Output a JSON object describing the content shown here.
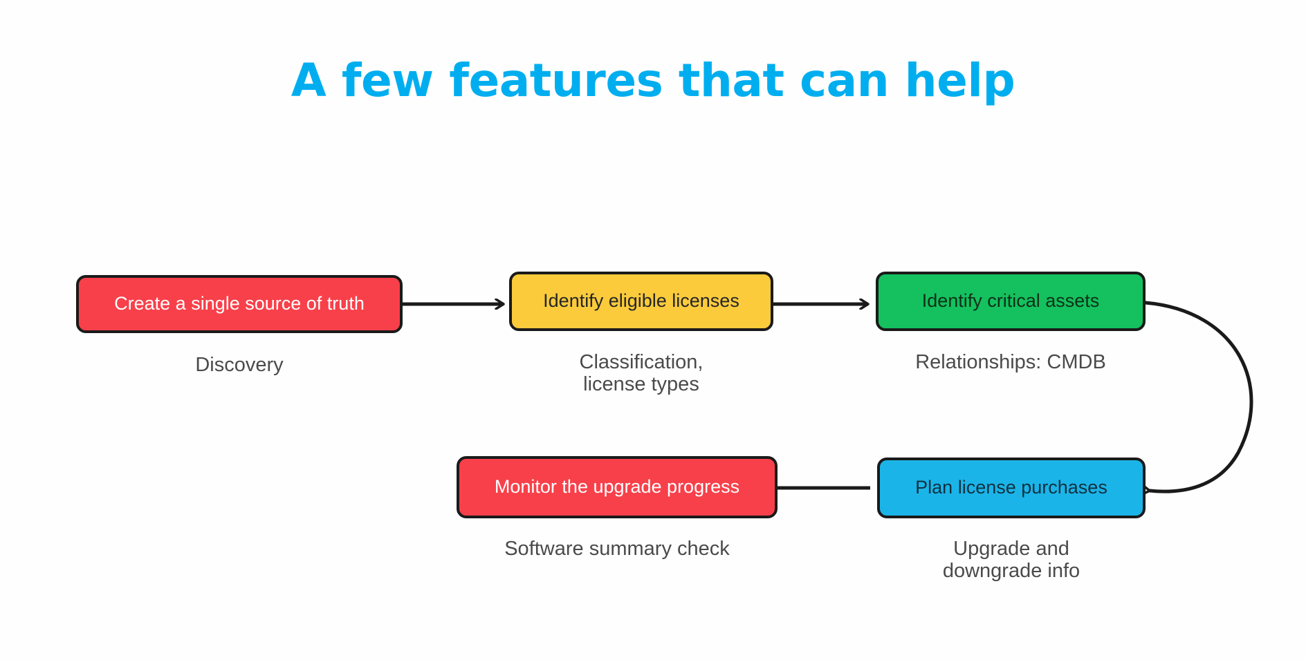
{
  "slide": {
    "title": "A few features that can help",
    "title_color": "#00AEEF",
    "background_color": "#FFFFFF"
  },
  "diagram": {
    "type": "process-flow",
    "nodes": [
      {
        "id": "create-single-source-of-truth",
        "label": "Create a single source of truth",
        "caption": "Discovery",
        "color": "#F8404A",
        "color_name": "red",
        "text_color": "#FFFFFF",
        "row": 1,
        "order": 1
      },
      {
        "id": "identify-eligible-licenses",
        "label": "Identify eligible licenses",
        "caption": "Classification,\nlicense types",
        "color": "#FBCB3C",
        "color_name": "yellow",
        "text_color": "#262626",
        "row": 1,
        "order": 2
      },
      {
        "id": "identify-critical-assets",
        "label": "Identify critical assets",
        "caption": "Relationships: CMDB",
        "color": "#14C15E",
        "color_name": "green",
        "text_color": "#0F2F18",
        "row": 1,
        "order": 3
      },
      {
        "id": "plan-license-purchases",
        "label": "Plan license purchases",
        "caption": "Upgrade and\ndowngrade info",
        "color": "#1BB4E8",
        "color_name": "blue",
        "text_color": "#10303F",
        "row": 2,
        "order": 4
      },
      {
        "id": "monitor-the-upgrade-progress",
        "label": "Monitor the upgrade progress",
        "caption": "Software summary check",
        "color": "#F8404A",
        "color_name": "red",
        "text_color": "#FFFFFF",
        "row": 2,
        "order": 5
      }
    ],
    "connectors": [
      {
        "from": "create-single-source-of-truth",
        "to": "identify-eligible-licenses",
        "style": "straight-right"
      },
      {
        "from": "identify-eligible-licenses",
        "to": "identify-critical-assets",
        "style": "straight-right"
      },
      {
        "from": "identify-critical-assets",
        "to": "plan-license-purchases",
        "style": "curved-wrap"
      },
      {
        "from": "plan-license-purchases",
        "to": "monitor-the-upgrade-progress",
        "style": "straight-left"
      }
    ],
    "connector_color": "#1a1a1a"
  }
}
